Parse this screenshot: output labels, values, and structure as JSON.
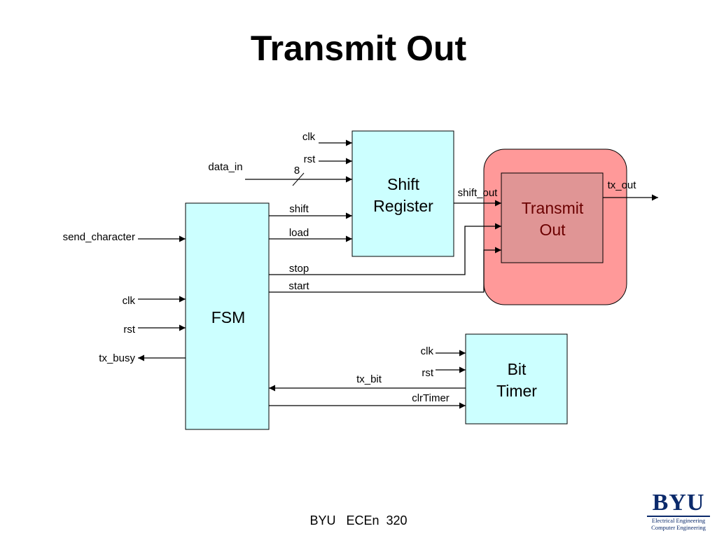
{
  "title": "Transmit Out",
  "footer": "BYU   ECEn  320",
  "logo": {
    "main": "BYU",
    "line1": "Electrical Engineering",
    "line2": "Computer Engineering"
  },
  "colors": {
    "block_fill": "#ccffff",
    "highlight_fill": "#ff9999",
    "inner_fill": "#e09595",
    "inner_text": "#6b0000",
    "brand": "#0b2a6b"
  },
  "blocks": {
    "shift_register": [
      "Shift",
      "Register"
    ],
    "transmit_out": [
      "Transmit",
      "Out"
    ],
    "fsm": "FSM",
    "bit_timer": [
      "Bit",
      "Timer"
    ]
  },
  "signals": {
    "sr_clk": "clk",
    "sr_rst": "rst",
    "data_in": "data_in",
    "bus_width": "8",
    "shift": "shift",
    "load": "load",
    "shift_out": "shift_out",
    "tx_out": "tx_out",
    "send_character": "send_character",
    "fsm_clk": "clk",
    "fsm_rst": "rst",
    "tx_busy": "tx_busy",
    "stop": "stop",
    "start": "start",
    "bt_clk": "clk",
    "bt_rst": "rst",
    "tx_bit": "tx_bit",
    "clrTimer": "clrTimer"
  }
}
